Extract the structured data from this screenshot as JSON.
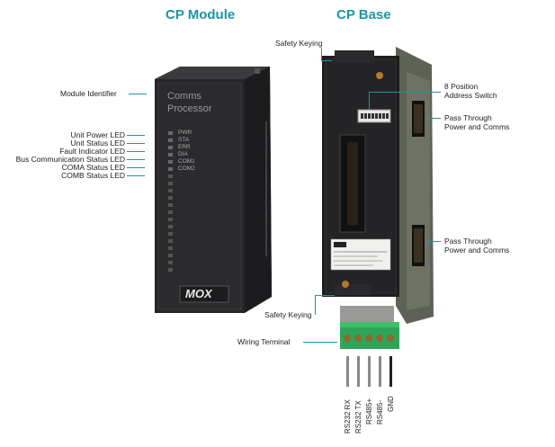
{
  "titles": {
    "cp_module": "CP Module",
    "cp_base": "CP Base"
  },
  "module": {
    "face_line1": "Comms",
    "face_line2": "Processor",
    "led_labels": [
      "PWR",
      "STA",
      "ERR",
      "DIA",
      "COM1",
      "COM2"
    ],
    "logo": "MOX"
  },
  "left_labels": {
    "module_identifier": "Module Identifier",
    "unit_power_led": "Unit Power LED",
    "unit_status_led": "Unit Status LED",
    "fault_indicator_led": "Fault Indicator LED",
    "bus_comm_status_led": "Bus Communication Status LED",
    "coma_status_led": "COMA Status LED",
    "comb_status_led": "COMB Status LED"
  },
  "base_labels": {
    "safety_keying_top": "Safety Keying",
    "safety_keying_bottom": "Safety Keying",
    "address_switch_line1": "8  Position",
    "address_switch_line2": "Address Switch",
    "pass_through_1_line1": "Pass Through",
    "pass_through_1_line2": "Power and Comms",
    "pass_through_2_line1": "Pass Through",
    "pass_through_2_line2": "Power and Comms",
    "wiring_terminal": "Wiring Terminal"
  },
  "terminal_pins": [
    "RS232 RX",
    "RS232 TX",
    "RS485+",
    "RS485-",
    "GND"
  ]
}
